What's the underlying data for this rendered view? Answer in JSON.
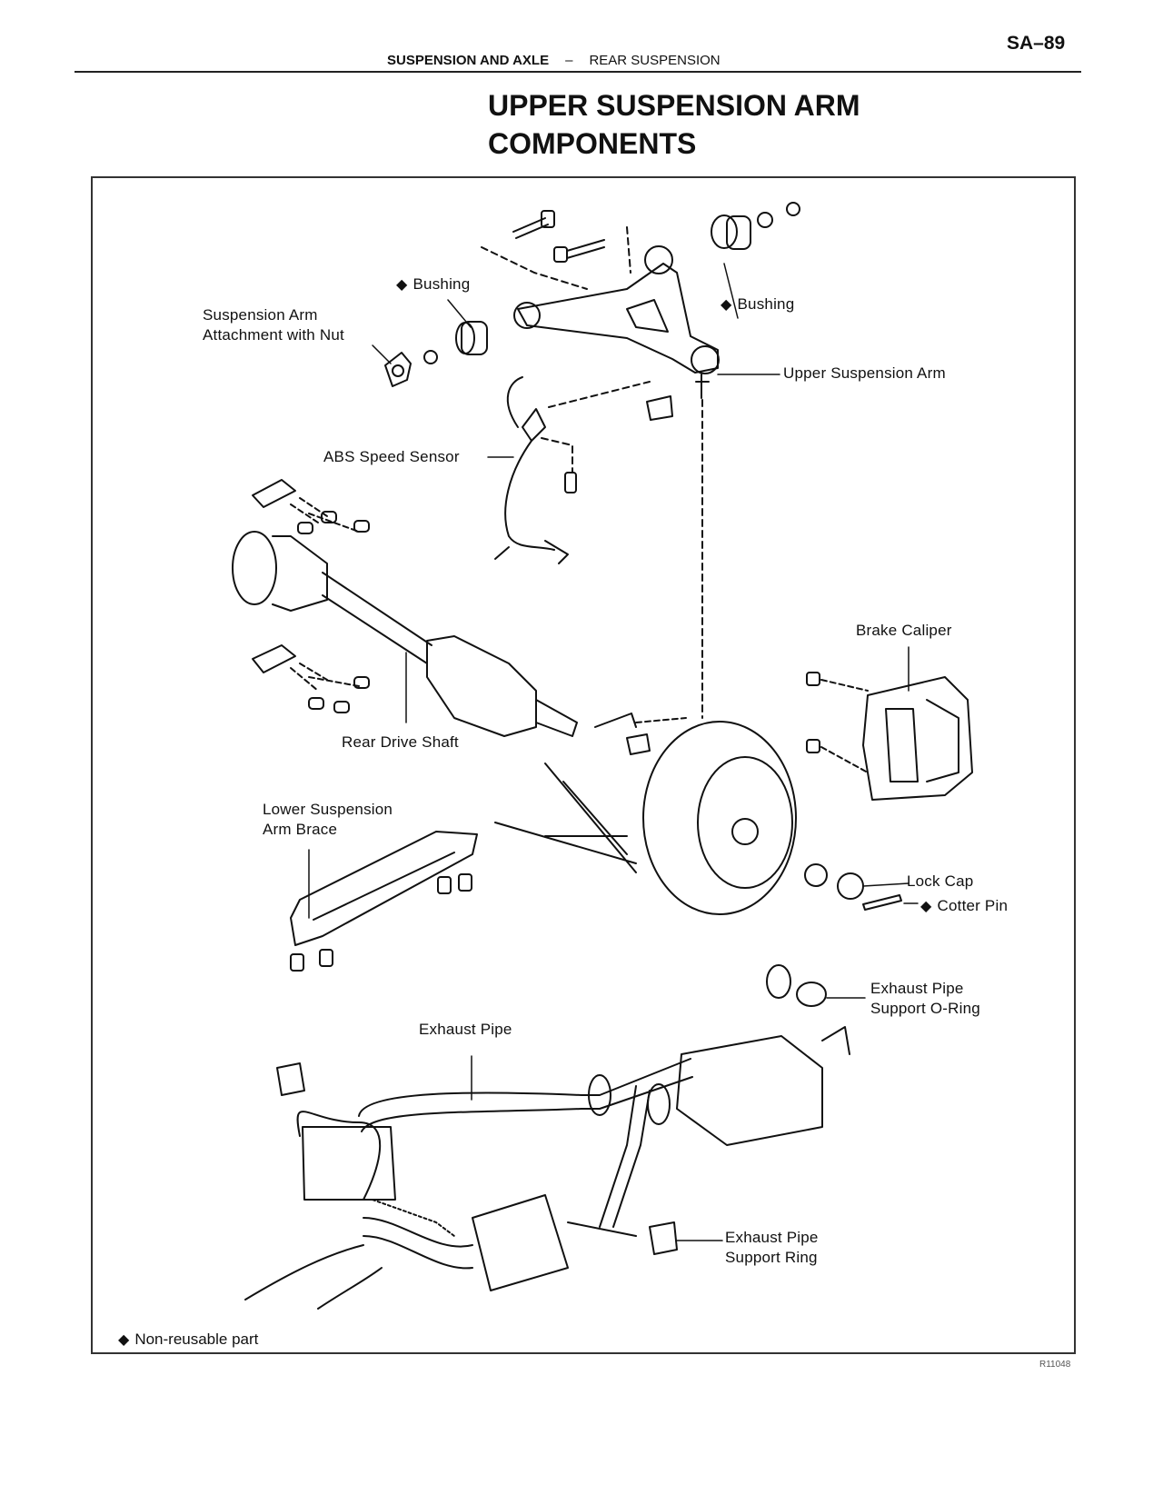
{
  "header": {
    "page_number": "SA–89",
    "section": "SUSPENSION AND AXLE",
    "separator": "–",
    "subsection": "REAR SUSPENSION"
  },
  "title_lines": [
    "UPPER SUSPENSION ARM",
    "COMPONENTS"
  ],
  "diagram": {
    "non_reusable_marker": "◆",
    "labels": {
      "bushing_left": "Bushing",
      "bushing_right": "Bushing",
      "arm_attachment_line1": "Suspension Arm",
      "arm_attachment_line2": "Attachment with Nut",
      "upper_suspension_arm": "Upper Suspension Arm",
      "abs_speed_sensor": "ABS Speed Sensor",
      "brake_caliper": "Brake Caliper",
      "rear_drive_shaft": "Rear Drive Shaft",
      "lower_brace_line1": "Lower Suspension",
      "lower_brace_line2": "Arm Brace",
      "lock_cap": "Lock Cap",
      "cotter_pin": "Cotter Pin",
      "oring_line1": "Exhaust Pipe",
      "oring_line2": "Support O-Ring",
      "exhaust_pipe": "Exhaust Pipe",
      "support_ring_line1": "Exhaust Pipe",
      "support_ring_line2": "Support Ring"
    },
    "legend": "Non-reusable part",
    "figure_code": "R11048"
  }
}
